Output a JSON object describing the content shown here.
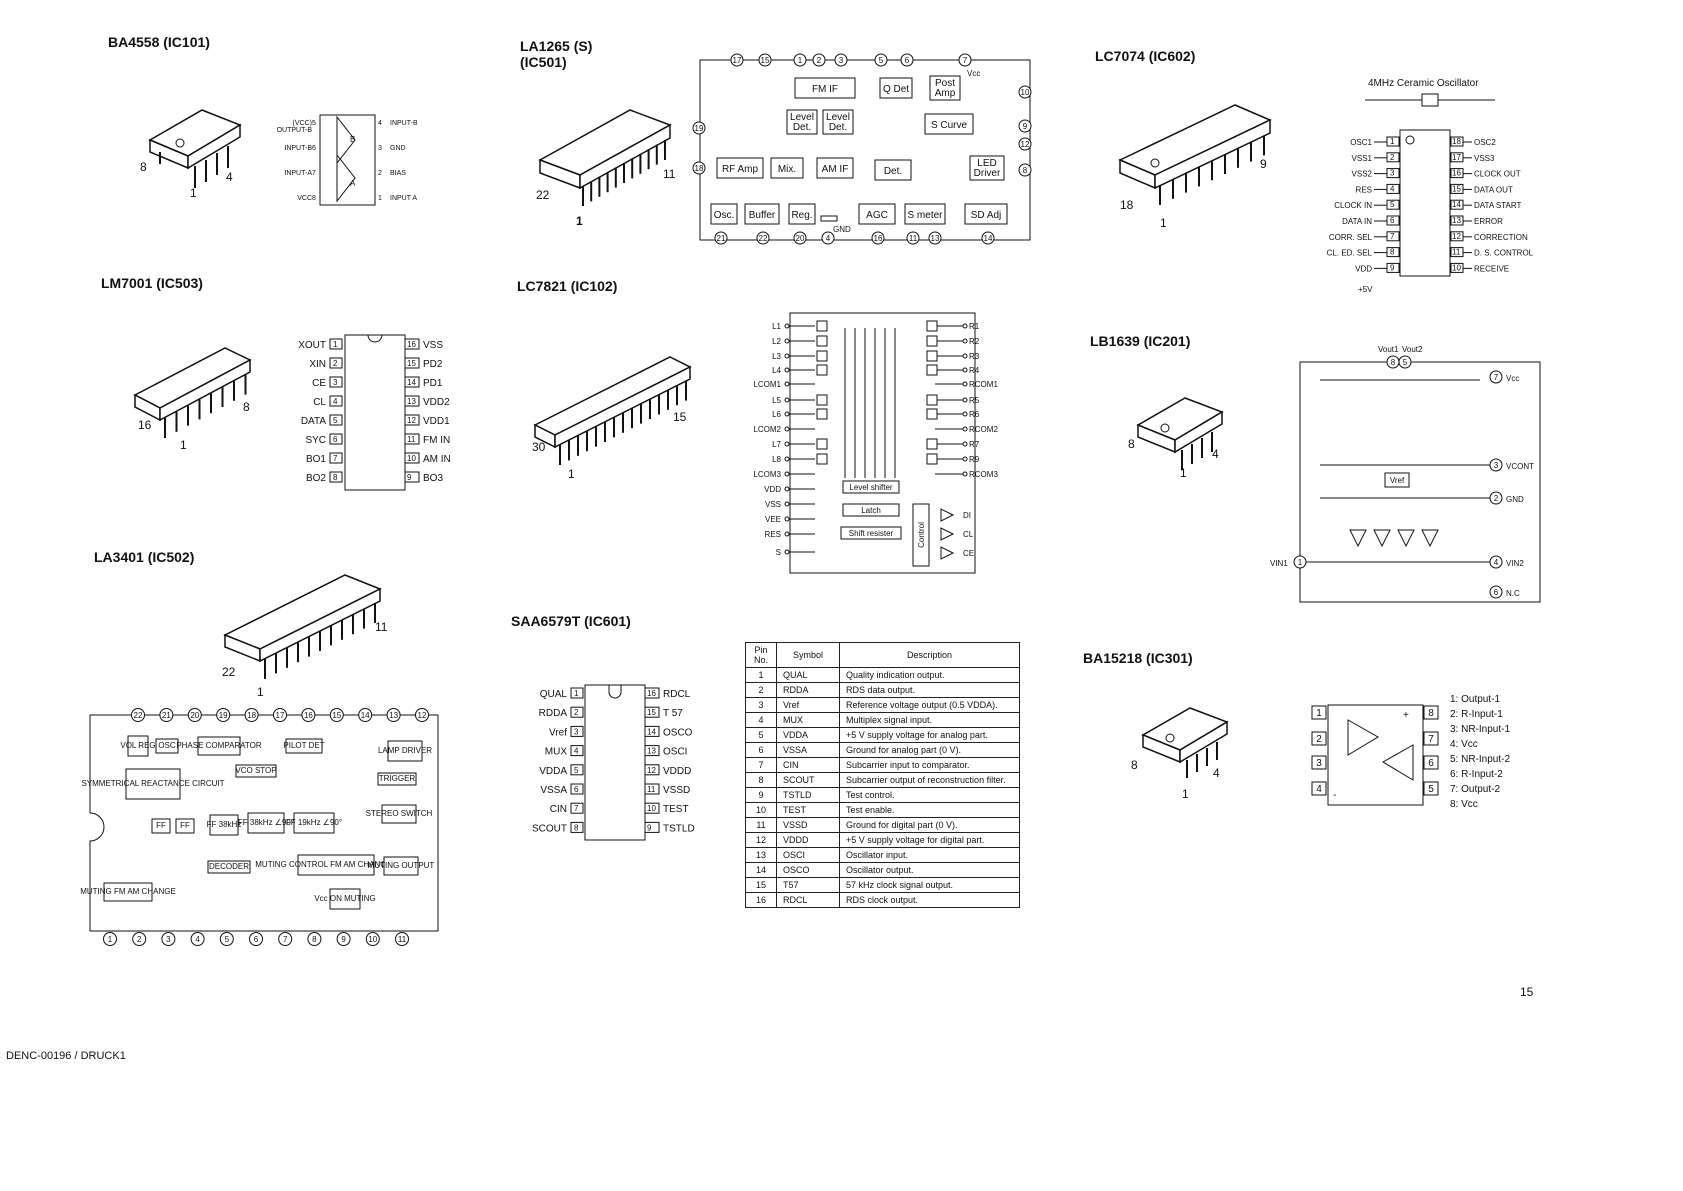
{
  "page": {
    "number": "15",
    "footer": "DENC-00196 / DRUCK1"
  },
  "ba4558": {
    "title": "BA4558 (IC101)",
    "pkg_pins": [
      "8",
      "4",
      "1"
    ],
    "left_pins": [
      "(VCC) OUTPUT-B",
      "INPUT-B",
      "INPUT-A",
      "VCC"
    ],
    "right_pins": [
      "INPUT-B",
      "GND",
      "BIAS",
      "INPUT A"
    ],
    "left_nums": [
      "5",
      "6",
      "7",
      "8"
    ],
    "right_nums": [
      "4",
      "3",
      "2",
      "1"
    ],
    "amp_labels": [
      "B",
      "A"
    ]
  },
  "la1265": {
    "title": "LA1265 (S)",
    "subtitle": "(IC501)",
    "pkg_pins": [
      "22",
      "1",
      "11"
    ],
    "top_pins": [
      "17",
      "15",
      "1",
      "2",
      "3",
      "5",
      "6",
      "7"
    ],
    "vcc": "Vcc",
    "right_pins": [
      "10",
      "9",
      "12",
      "8"
    ],
    "left_pins": [
      "19",
      "18"
    ],
    "bottom_pins": [
      "21",
      "22",
      "20",
      "4",
      "16",
      "11",
      "13",
      "14"
    ],
    "gnd": "GND",
    "blocks": [
      "FM IF",
      "Q Det",
      "Post Amp",
      "Level Det.",
      "Level Det.",
      "S Curve",
      "RF Amp",
      "Mix.",
      "AM IF",
      "Det.",
      "LED Driver",
      "Osc.",
      "Buffer",
      "Reg.",
      "AGC",
      "S meter",
      "SD Adj"
    ]
  },
  "lc7074": {
    "title": "LC7074 (IC602)",
    "osc_label": "4MHz Ceramic Oscillator",
    "pkg_pins": [
      "18",
      "1",
      "9"
    ],
    "left_names": [
      "OSC1",
      "VSS1",
      "VSS2",
      "RES",
      "CLOCK IN",
      "DATA IN",
      "CORR. SEL",
      "CL. ED. SEL",
      "VDD"
    ],
    "left_nums": [
      "1",
      "2",
      "3",
      "4",
      "5",
      "6",
      "7",
      "8",
      "9"
    ],
    "right_names": [
      "OSC2",
      "VSS3",
      "CLOCK OUT",
      "DATA OUT",
      "DATA START",
      "ERROR",
      "CORRECTION",
      "D. S. CONTROL",
      "RECEIVE"
    ],
    "right_nums": [
      "18",
      "17",
      "16",
      "15",
      "14",
      "13",
      "12",
      "11",
      "10"
    ],
    "supply": "+5V"
  },
  "lm7001": {
    "title": "LM7001 (IC503)",
    "pkg_pins": [
      "16",
      "1",
      "8"
    ],
    "left_names": [
      "XOUT",
      "XIN",
      "CE",
      "CL",
      "DATA",
      "SYC",
      "BO1",
      "BO2"
    ],
    "left_nums": [
      "1",
      "2",
      "3",
      "4",
      "5",
      "6",
      "7",
      "8"
    ],
    "right_names": [
      "VSS",
      "PD2",
      "PD1",
      "VDD2",
      "VDD1",
      "FM IN",
      "AM IN",
      "BO3"
    ],
    "right_nums": [
      "16",
      "15",
      "14",
      "13",
      "12",
      "11",
      "10",
      "9"
    ]
  },
  "lc7821": {
    "title": "LC7821 (IC102)",
    "pkg_pins": [
      "30",
      "1",
      "15"
    ],
    "left_pins": [
      "L1",
      "L2",
      "L3",
      "L4",
      "LCOM1",
      "L5",
      "L6",
      "LCOM2",
      "L7",
      "L8",
      "LCOM3",
      "VDD",
      "VSS",
      "VEE",
      "RES",
      "S"
    ],
    "right_pins": [
      "R1",
      "R2",
      "R3",
      "R4",
      "RCOM1",
      "R5",
      "R6",
      "RCOM2",
      "R7",
      "R9",
      "RCOM3"
    ],
    "ctrl_pins": [
      "DI",
      "CL",
      "CE"
    ],
    "blocks": [
      "Level shifter",
      "Latch",
      "Shift resister",
      "Control"
    ]
  },
  "lb1639": {
    "title": "LB1639 (IC201)",
    "pkg_pins": [
      "8",
      "1",
      "4"
    ],
    "top_labels": [
      "Vout1",
      "Vout2"
    ],
    "top_nums": [
      "8",
      "5"
    ],
    "right_pins": [
      {
        "num": "7",
        "name": "Vcc"
      },
      {
        "num": "3",
        "name": "VCONT"
      },
      {
        "num": "2",
        "name": "GND"
      },
      {
        "num": "4",
        "name": "VIN2"
      },
      {
        "num": "6",
        "name": "N.C"
      }
    ],
    "left_pin": {
      "num": "1",
      "name": "VIN1"
    },
    "vref": "Vref"
  },
  "la3401": {
    "title": "LA3401 (IC502)",
    "pkg_pins": [
      "22",
      "1",
      "11"
    ],
    "top_pins": [
      "22",
      "21",
      "20",
      "19",
      "18",
      "17",
      "16",
      "15",
      "14",
      "13",
      "12"
    ],
    "bottom_pins": [
      "1",
      "2",
      "3",
      "4",
      "5",
      "6",
      "7",
      "8",
      "9",
      "10",
      "11"
    ],
    "blocks": [
      "VOL REG",
      "OSC",
      "PHASE COMPARATOR",
      "PILOT DET",
      "LAMP DRIVER",
      "SYMMETRICAL REACTANCE CIRCUIT",
      "VCO STOP",
      "TRIGGER",
      "FF",
      "FF",
      "FF 38kHz",
      "FF 38kHz ∠90°",
      "FF 19kHz ∠90°",
      "STEREO SWITCH",
      "DECODER",
      "MUTING CONTROL FM AM CHANGE OVER",
      "MUTING OUTPUT",
      "MUTING FM AM CHANGE",
      "Vcc ON MUTING"
    ]
  },
  "saa6579t": {
    "title": "SAA6579T (IC601)",
    "left_names": [
      "QUAL",
      "RDDA",
      "Vref",
      "MUX",
      "VDDA",
      "VSSA",
      "CIN",
      "SCOUT"
    ],
    "left_nums": [
      "1",
      "2",
      "3",
      "4",
      "5",
      "6",
      "7",
      "8"
    ],
    "right_names": [
      "RDCL",
      "T 57",
      "OSCO",
      "OSCI",
      "VDDD",
      "VSSD",
      "TEST",
      "TSTLD"
    ],
    "right_nums": [
      "16",
      "15",
      "14",
      "13",
      "12",
      "11",
      "10",
      "9"
    ],
    "table_headers": [
      "Pin No.",
      "Symbol",
      "Description"
    ],
    "table_rows": [
      [
        "1",
        "QUAL",
        "Quality indication output."
      ],
      [
        "2",
        "RDDA",
        "RDS data output."
      ],
      [
        "3",
        "Vref",
        "Reference voltage output (0.5 VDDA)."
      ],
      [
        "4",
        "MUX",
        "Multiplex signal input."
      ],
      [
        "5",
        "VDDA",
        "+5 V supply voltage for analog part."
      ],
      [
        "6",
        "VSSA",
        "Ground for analog part (0 V)."
      ],
      [
        "7",
        "CIN",
        "Subcarrier input to comparator."
      ],
      [
        "8",
        "SCOUT",
        "Subcarrier output of reconstruction filter."
      ],
      [
        "9",
        "TSTLD",
        "Test control."
      ],
      [
        "10",
        "TEST",
        "Test enable."
      ],
      [
        "11",
        "VSSD",
        "Ground for digital part (0 V)."
      ],
      [
        "12",
        "VDDD",
        "+5 V supply voltage for digital part."
      ],
      [
        "13",
        "OSCI",
        "Oscillator input."
      ],
      [
        "14",
        "OSCO",
        "Oscillator output."
      ],
      [
        "15",
        "T57",
        "57 kHz clock signal output."
      ],
      [
        "16",
        "RDCL",
        "RDS clock output."
      ]
    ]
  },
  "ba15218": {
    "title": "BA15218 (IC301)",
    "pkg_pins": [
      "8",
      "1",
      "4"
    ],
    "box_pins": [
      "1",
      "2",
      "3",
      "4",
      "8",
      "7",
      "6",
      "5"
    ],
    "signs": [
      "+",
      "-"
    ],
    "legend": [
      "1: Output-1",
      "2: R-Input-1",
      "3: NR-Input-1",
      "4: Vcc",
      "5: NR-Input-2",
      "6: R-Input-2",
      "7: Output-2",
      "8: Vcc"
    ]
  }
}
